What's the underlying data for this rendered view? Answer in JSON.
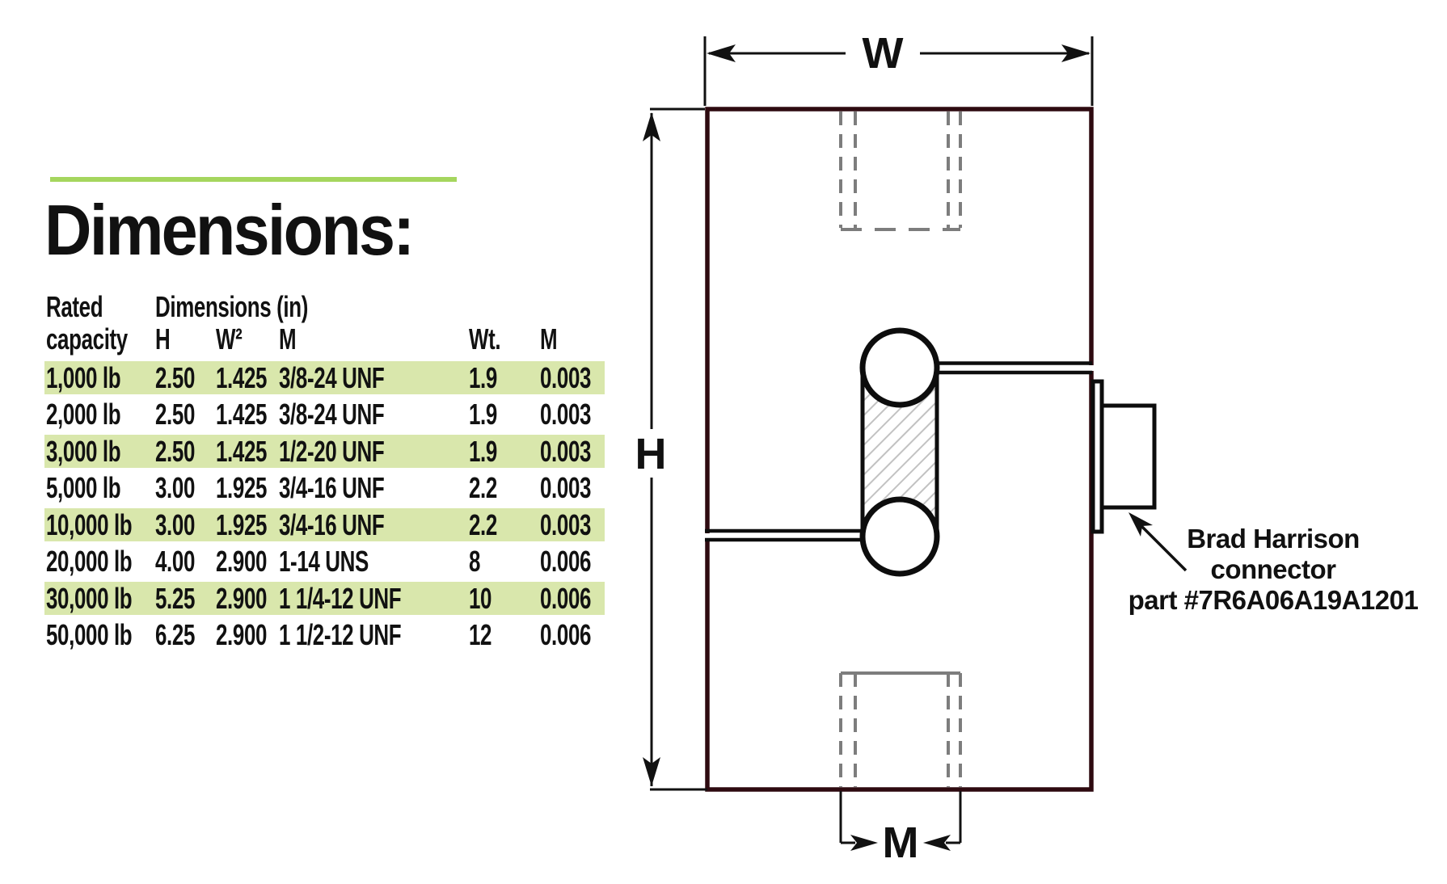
{
  "title": "Dimensions:",
  "table": {
    "header_row1": {
      "rated": "Rated",
      "dims_group": "Dimensions (in)"
    },
    "header_row2": {
      "capacity": "capacity",
      "h": "H",
      "w": "W²",
      "m": "M",
      "wt": "Wt.",
      "m2": "M"
    },
    "rows": [
      {
        "capacity": "1,000 lb",
        "h": "2.50",
        "w": "1.425",
        "m": "3/8-24 UNF",
        "wt": "1.9",
        "m2": "0.003",
        "highlight": true
      },
      {
        "capacity": "2,000 lb",
        "h": "2.50",
        "w": "1.425",
        "m": "3/8-24 UNF",
        "wt": "1.9",
        "m2": "0.003",
        "highlight": false
      },
      {
        "capacity": "3,000 lb",
        "h": "2.50",
        "w": "1.425",
        "m": "1/2-20 UNF",
        "wt": "1.9",
        "m2": "0.003",
        "highlight": true
      },
      {
        "capacity": "5,000 lb",
        "h": "3.00",
        "w": "1.925",
        "m": "3/4-16 UNF",
        "wt": "2.2",
        "m2": "0.003",
        "highlight": false
      },
      {
        "capacity": "10,000 lb",
        "h": "3.00",
        "w": "1.925",
        "m": "3/4-16 UNF",
        "wt": "2.2",
        "m2": "0.003",
        "highlight": true
      },
      {
        "capacity": "20,000 lb",
        "h": "4.00",
        "w": "2.900",
        "m": "1-14 UNS",
        "wt": "8",
        "m2": "0.006",
        "highlight": false
      },
      {
        "capacity": "30,000 lb",
        "h": "5.25",
        "w": "2.900",
        "m": "1 1/4-12 UNF",
        "wt": "10",
        "m2": "0.006",
        "highlight": true
      },
      {
        "capacity": "50,000 lb",
        "h": "6.25",
        "w": "2.900",
        "m": "1 1/2-12 UNF",
        "wt": "12",
        "m2": "0.006",
        "highlight": false
      }
    ]
  },
  "diagram": {
    "dim_w_label": "W",
    "dim_h_label": "H",
    "dim_m_label": "M",
    "annotation_line1": "Brad Harrison",
    "annotation_line2": "connector",
    "annotation_line3": "part #7R6A06A19A1201"
  },
  "colors": {
    "accent_green": "#a5d65e",
    "row_highlight": "#d9e7ac",
    "body_outline_maroon": "#2e0a10",
    "dimension_black": "#111111",
    "hidden_line_gray": "#7d7d7d",
    "hatch_gray": "#c2c2c2"
  }
}
